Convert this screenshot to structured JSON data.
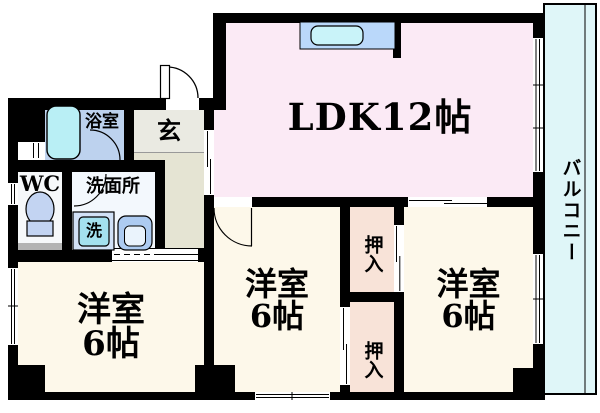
{
  "floorplan": {
    "ldk": {
      "label": "LDK12帖"
    },
    "balcony": {
      "label": "バルコニー"
    },
    "bath": {
      "label": "浴室"
    },
    "entrance": {
      "label": "玄"
    },
    "wc": {
      "label": "WC"
    },
    "washroom": {
      "label": "洗面所"
    },
    "washer": {
      "label": "洗"
    },
    "closet_top": {
      "label": "押入"
    },
    "closet_bottom": {
      "label": "押入"
    },
    "room_left": {
      "label": "洋室",
      "size": "6帖"
    },
    "room_mid": {
      "label": "洋室",
      "size": "6帖"
    },
    "room_right": {
      "label": "洋室",
      "size": "6帖"
    },
    "colors": {
      "wall": "#000000",
      "ldk_fill": "#FBEAF5",
      "western_room_fill": "#FDF8EA",
      "closet_fill": "#F8E3D8",
      "bath_fill": "#BDD2EE",
      "tub_fill": "#B9EFF5",
      "balcony_fill": "#DFF6F8",
      "entrance_fill": "#EAEAE2",
      "hall_fill": "#E5E4D3",
      "fixture_blue": "#ADCBF1",
      "washer_inner": "#A4E1EF"
    }
  }
}
